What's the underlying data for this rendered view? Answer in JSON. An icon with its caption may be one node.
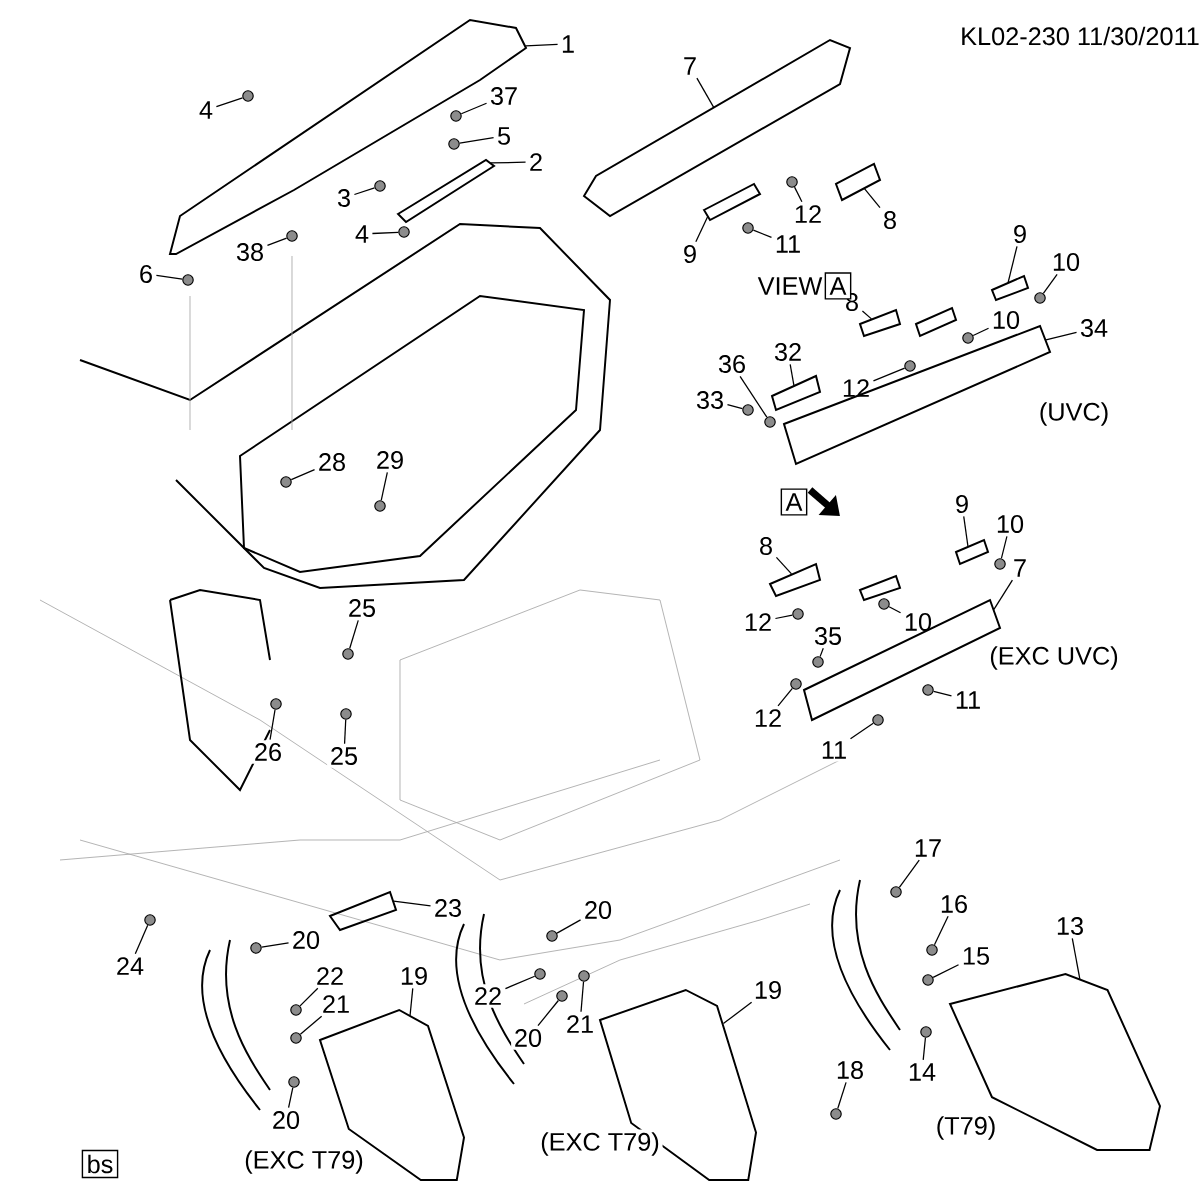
{
  "diagram": {
    "nodes": [
      {
        "text": [
          "1"
        ]
      },
      {
        "text": [
          "4"
        ]
      },
      {
        "text": [
          "37"
        ]
      },
      {
        "text": [
          "5"
        ]
      },
      {
        "text": [
          "2"
        ]
      },
      {
        "text": [
          "3"
        ]
      },
      {
        "text": [
          "4"
        ]
      },
      {
        "text": [
          "38"
        ]
      },
      {
        "text": [
          "6"
        ]
      },
      {
        "text": [
          "28"
        ]
      },
      {
        "text": [
          "29"
        ]
      },
      {
        "text": [
          "25"
        ]
      },
      {
        "text": [
          "26"
        ]
      },
      {
        "text": [
          "25"
        ]
      },
      {
        "text": [
          "7"
        ]
      },
      {
        "text": [
          "12"
        ]
      },
      {
        "text": [
          "8"
        ]
      },
      {
        "text": [
          "9"
        ]
      },
      {
        "text": [
          "11"
        ]
      },
      {
        "text": [
          "9"
        ]
      },
      {
        "text": [
          "10"
        ]
      },
      {
        "text": [
          "8"
        ]
      },
      {
        "text": [
          "10"
        ]
      },
      {
        "text": [
          "34"
        ]
      },
      {
        "text": [
          "32"
        ]
      },
      {
        "text": [
          "36"
        ]
      },
      {
        "text": [
          "33"
        ]
      },
      {
        "text": [
          "12"
        ]
      },
      {
        "text": [
          "9"
        ]
      },
      {
        "text": [
          "10"
        ]
      },
      {
        "text": [
          "8"
        ]
      },
      {
        "text": [
          "7"
        ]
      },
      {
        "text": [
          "12"
        ]
      },
      {
        "text": [
          "35"
        ]
      },
      {
        "text": [
          "10"
        ]
      },
      {
        "text": [
          "12"
        ]
      },
      {
        "text": [
          "11"
        ]
      },
      {
        "text": [
          "11"
        ]
      },
      {
        "text": [
          "23"
        ]
      },
      {
        "text": [
          "24"
        ]
      },
      {
        "text": [
          "20"
        ]
      },
      {
        "text": [
          "22"
        ]
      },
      {
        "text": [
          "21"
        ]
      },
      {
        "text": [
          "20"
        ]
      },
      {
        "text": [
          "19"
        ]
      },
      {
        "text": [
          "20"
        ]
      },
      {
        "text": [
          "22"
        ]
      },
      {
        "text": [
          "20"
        ]
      },
      {
        "text": [
          "21"
        ]
      },
      {
        "text": [
          "19"
        ]
      },
      {
        "text": [
          "17"
        ]
      },
      {
        "text": [
          "16"
        ]
      },
      {
        "text": [
          "15"
        ]
      },
      {
        "text": [
          "14"
        ]
      },
      {
        "text": [
          "18"
        ]
      },
      {
        "text": [
          "13"
        ]
      },
      {
        "text": [],
        "shape": "picture"
      },
      {
        "text": [],
        "shape": "circle"
      },
      {
        "text": [],
        "shape": "circle"
      },
      {
        "text": [],
        "shape": "circle"
      },
      {
        "text": [],
        "shape": "picture"
      },
      {
        "text": [],
        "shape": "circle"
      },
      {
        "text": [],
        "shape": "circle"
      },
      {
        "text": [],
        "shape": "circle"
      },
      {
        "text": [],
        "shape": "circle"
      },
      {
        "text": [],
        "shape": "circle"
      },
      {
        "text": [],
        "shape": "circle"
      },
      {
        "text": [],
        "shape": "circle"
      },
      {
        "text": [],
        "shape": "circle"
      },
      {
        "text": [],
        "shape": "circle"
      },
      {
        "text": [],
        "shape": "picture"
      },
      {
        "text": [],
        "shape": "circle"
      },
      {
        "text": [],
        "shape": "picture"
      },
      {
        "text": [],
        "shape": "picture"
      },
      {
        "text": [],
        "shape": "circle"
      },
      {
        "text": [],
        "shape": "picture"
      },
      {
        "text": [],
        "shape": "circle"
      },
      {
        "text": [],
        "shape": "picture"
      },
      {
        "text": [],
        "shape": "circle"
      },
      {
        "text": [],
        "shape": "picture"
      },
      {
        "text": [],
        "shape": "picture"
      },
      {
        "text": [],
        "shape": "circle"
      },
      {
        "text": [],
        "shape": "circle"
      },
      {
        "text": [],
        "shape": "circle"
      },
      {
        "text": [],
        "shape": "picture"
      },
      {
        "text": [],
        "shape": "circle"
      },
      {
        "text": [],
        "shape": "picture"
      },
      {
        "text": [],
        "shape": "picture"
      },
      {
        "text": [],
        "shape": "circle"
      },
      {
        "text": [],
        "shape": "circle"
      },
      {
        "text": [],
        "shape": "circle"
      },
      {
        "text": [],
        "shape": "circle"
      },
      {
        "text": [],
        "shape": "circle"
      },
      {
        "text": [],
        "shape": "circle"
      },
      {
        "text": [],
        "shape": "picture"
      },
      {
        "text": [],
        "shape": "circle"
      },
      {
        "text": [],
        "shape": "circle"
      },
      {
        "text": [],
        "shape": "circle"
      },
      {
        "text": [],
        "shape": "circle"
      },
      {
        "text": [],
        "shape": "circle"
      },
      {
        "text": [],
        "shape": "picture"
      },
      {
        "text": [],
        "shape": "circle"
      },
      {
        "text": [],
        "shape": "circle"
      },
      {
        "text": [],
        "shape": "circle"
      },
      {
        "text": [],
        "shape": "circle"
      },
      {
        "text": [],
        "shape": "picture"
      },
      {
        "text": [],
        "shape": "circle"
      },
      {
        "text": [],
        "shape": "circle"
      },
      {
        "text": [],
        "shape": "circle"
      },
      {
        "text": [],
        "shape": "circle"
      },
      {
        "text": [],
        "shape": "circle"
      },
      {
        "text": [],
        "shape": "picture"
      }
    ],
    "edges": [
      {
        "from": 0,
        "to": 56,
        "arrow": "none"
      },
      {
        "from": 1,
        "to": 57,
        "arrow": "none"
      },
      {
        "from": 2,
        "to": 58,
        "arrow": "none"
      },
      {
        "from": 3,
        "to": 59,
        "arrow": "none"
      },
      {
        "from": 4,
        "to": 60,
        "arrow": "none"
      },
      {
        "from": 5,
        "to": 61,
        "arrow": "none"
      },
      {
        "from": 6,
        "to": 62,
        "arrow": "none"
      },
      {
        "from": 7,
        "to": 63,
        "arrow": "none"
      },
      {
        "from": 8,
        "to": 64,
        "arrow": "none"
      },
      {
        "from": 9,
        "to": 65,
        "arrow": "none"
      },
      {
        "from": 10,
        "to": 66,
        "arrow": "none"
      },
      {
        "from": 11,
        "to": 67,
        "arrow": "none"
      },
      {
        "from": 12,
        "to": 68,
        "arrow": "none"
      },
      {
        "from": 13,
        "to": 69,
        "arrow": "none"
      },
      {
        "from": 14,
        "to": 70,
        "arrow": "none"
      },
      {
        "from": 15,
        "to": 71,
        "arrow": "none"
      },
      {
        "from": 16,
        "to": 72,
        "arrow": "none"
      },
      {
        "from": 17,
        "to": 73,
        "arrow": "none"
      },
      {
        "from": 18,
        "to": 74,
        "arrow": "none"
      },
      {
        "from": 19,
        "to": 75,
        "arrow": "none"
      },
      {
        "from": 20,
        "to": 76,
        "arrow": "none"
      },
      {
        "from": 21,
        "to": 77,
        "arrow": "none"
      },
      {
        "from": 22,
        "to": 78,
        "arrow": "none"
      },
      {
        "from": 23,
        "to": 79,
        "arrow": "none"
      },
      {
        "from": 24,
        "to": 80,
        "arrow": "none"
      },
      {
        "from": 25,
        "to": 81,
        "arrow": "none"
      },
      {
        "from": 26,
        "to": 82,
        "arrow": "none"
      },
      {
        "from": 27,
        "to": 83,
        "arrow": "none"
      },
      {
        "from": 28,
        "to": 84,
        "arrow": "none"
      },
      {
        "from": 29,
        "to": 85,
        "arrow": "none"
      },
      {
        "from": 30,
        "to": 86,
        "arrow": "none"
      },
      {
        "from": 31,
        "to": 87,
        "arrow": "none"
      },
      {
        "from": 32,
        "to": 88,
        "arrow": "none"
      },
      {
        "from": 33,
        "to": 89,
        "arrow": "none"
      },
      {
        "from": 34,
        "to": 90,
        "arrow": "none"
      },
      {
        "from": 35,
        "to": 91,
        "arrow": "none"
      },
      {
        "from": 36,
        "to": 92,
        "arrow": "none"
      },
      {
        "from": 37,
        "to": 93,
        "arrow": "none"
      },
      {
        "from": 38,
        "to": 94,
        "arrow": "none"
      },
      {
        "from": 39,
        "to": 95,
        "arrow": "none"
      },
      {
        "from": 40,
        "to": 96,
        "arrow": "none"
      },
      {
        "from": 41,
        "to": 97,
        "arrow": "none"
      },
      {
        "from": 42,
        "to": 98,
        "arrow": "none"
      },
      {
        "from": 43,
        "to": 99,
        "arrow": "none"
      },
      {
        "from": 44,
        "to": 100,
        "arrow": "none"
      },
      {
        "from": 45,
        "to": 101,
        "arrow": "none"
      },
      {
        "from": 46,
        "to": 102,
        "arrow": "none"
      },
      {
        "from": 47,
        "to": 103,
        "arrow": "none"
      },
      {
        "from": 48,
        "to": 104,
        "arrow": "none"
      },
      {
        "from": 49,
        "to": 105,
        "arrow": "none"
      },
      {
        "from": 50,
        "to": 106,
        "arrow": "none"
      },
      {
        "from": 51,
        "to": 107,
        "arrow": "none"
      },
      {
        "from": 52,
        "to": 108,
        "arrow": "none"
      },
      {
        "from": 53,
        "to": 109,
        "arrow": "none"
      },
      {
        "from": 54,
        "to": 110,
        "arrow": "none"
      },
      {
        "from": 55,
        "to": 111,
        "arrow": "none"
      }
    ],
    "labels": [
      "KL02-230 11/30/2011",
      "VIEW",
      "A",
      "(UVC)",
      "A",
      "(EXC UVC)",
      "bs",
      "(EXC T79)",
      "(EXC T79)",
      "(T79)"
    ]
  }
}
